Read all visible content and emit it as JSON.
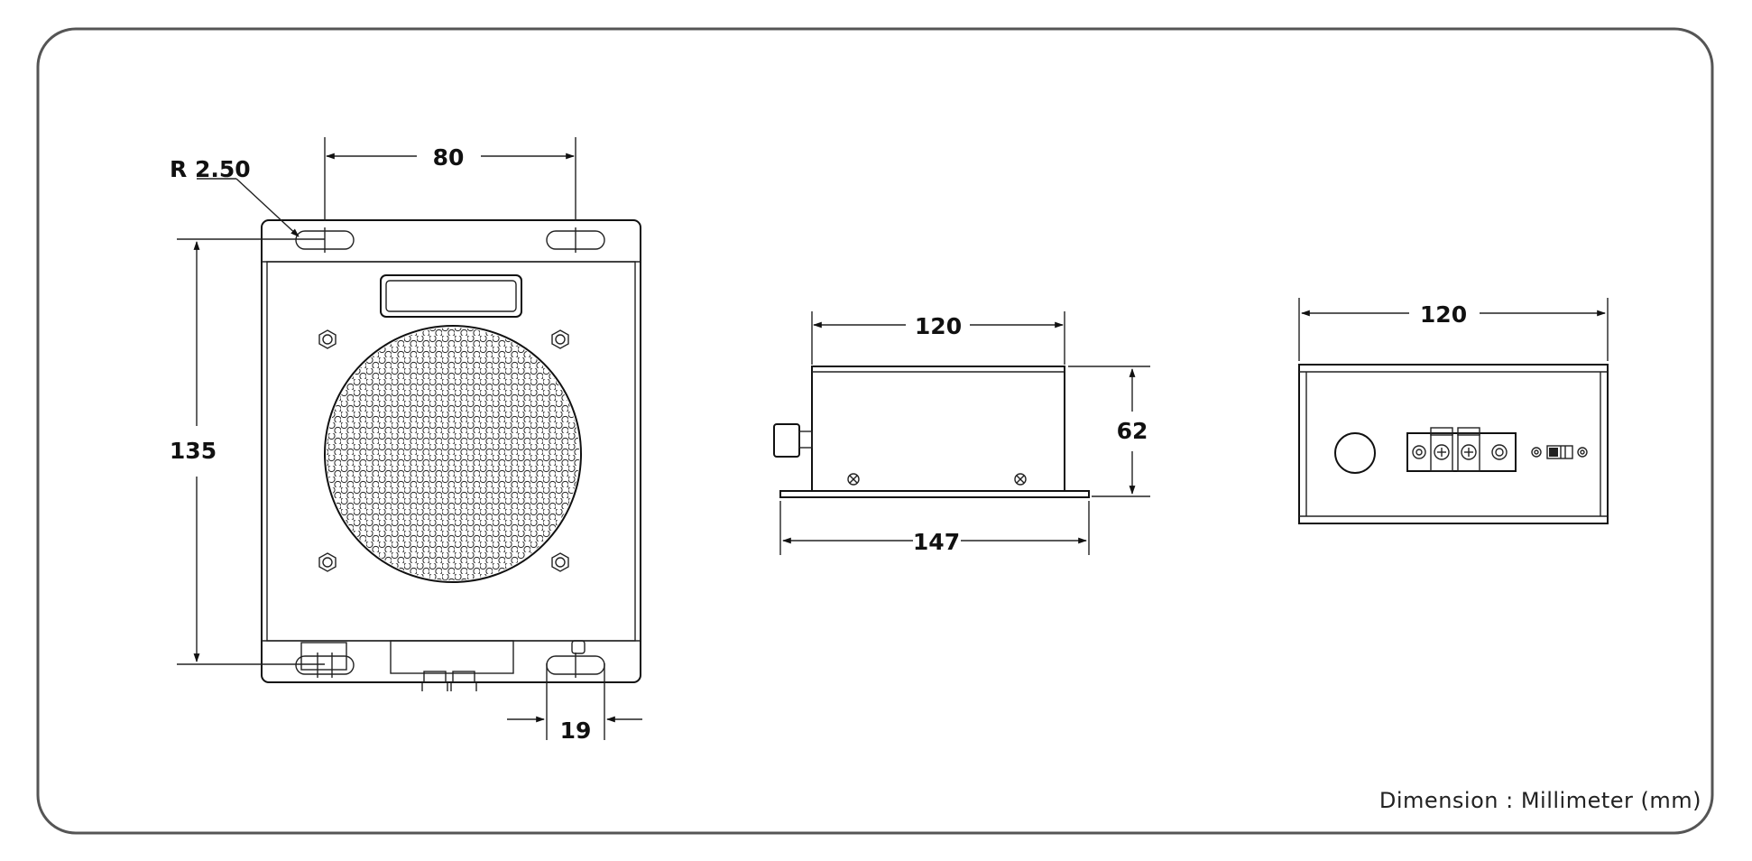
{
  "front_view": {
    "radius_label": "R 2.50",
    "slot_spacing": "80",
    "height": "135",
    "slot_offset": "19"
  },
  "side_view": {
    "top_width": "120",
    "height": "62",
    "base_width": "147"
  },
  "back_view": {
    "width": "120"
  },
  "unit_note": "Dimension : Millimeter (mm)"
}
